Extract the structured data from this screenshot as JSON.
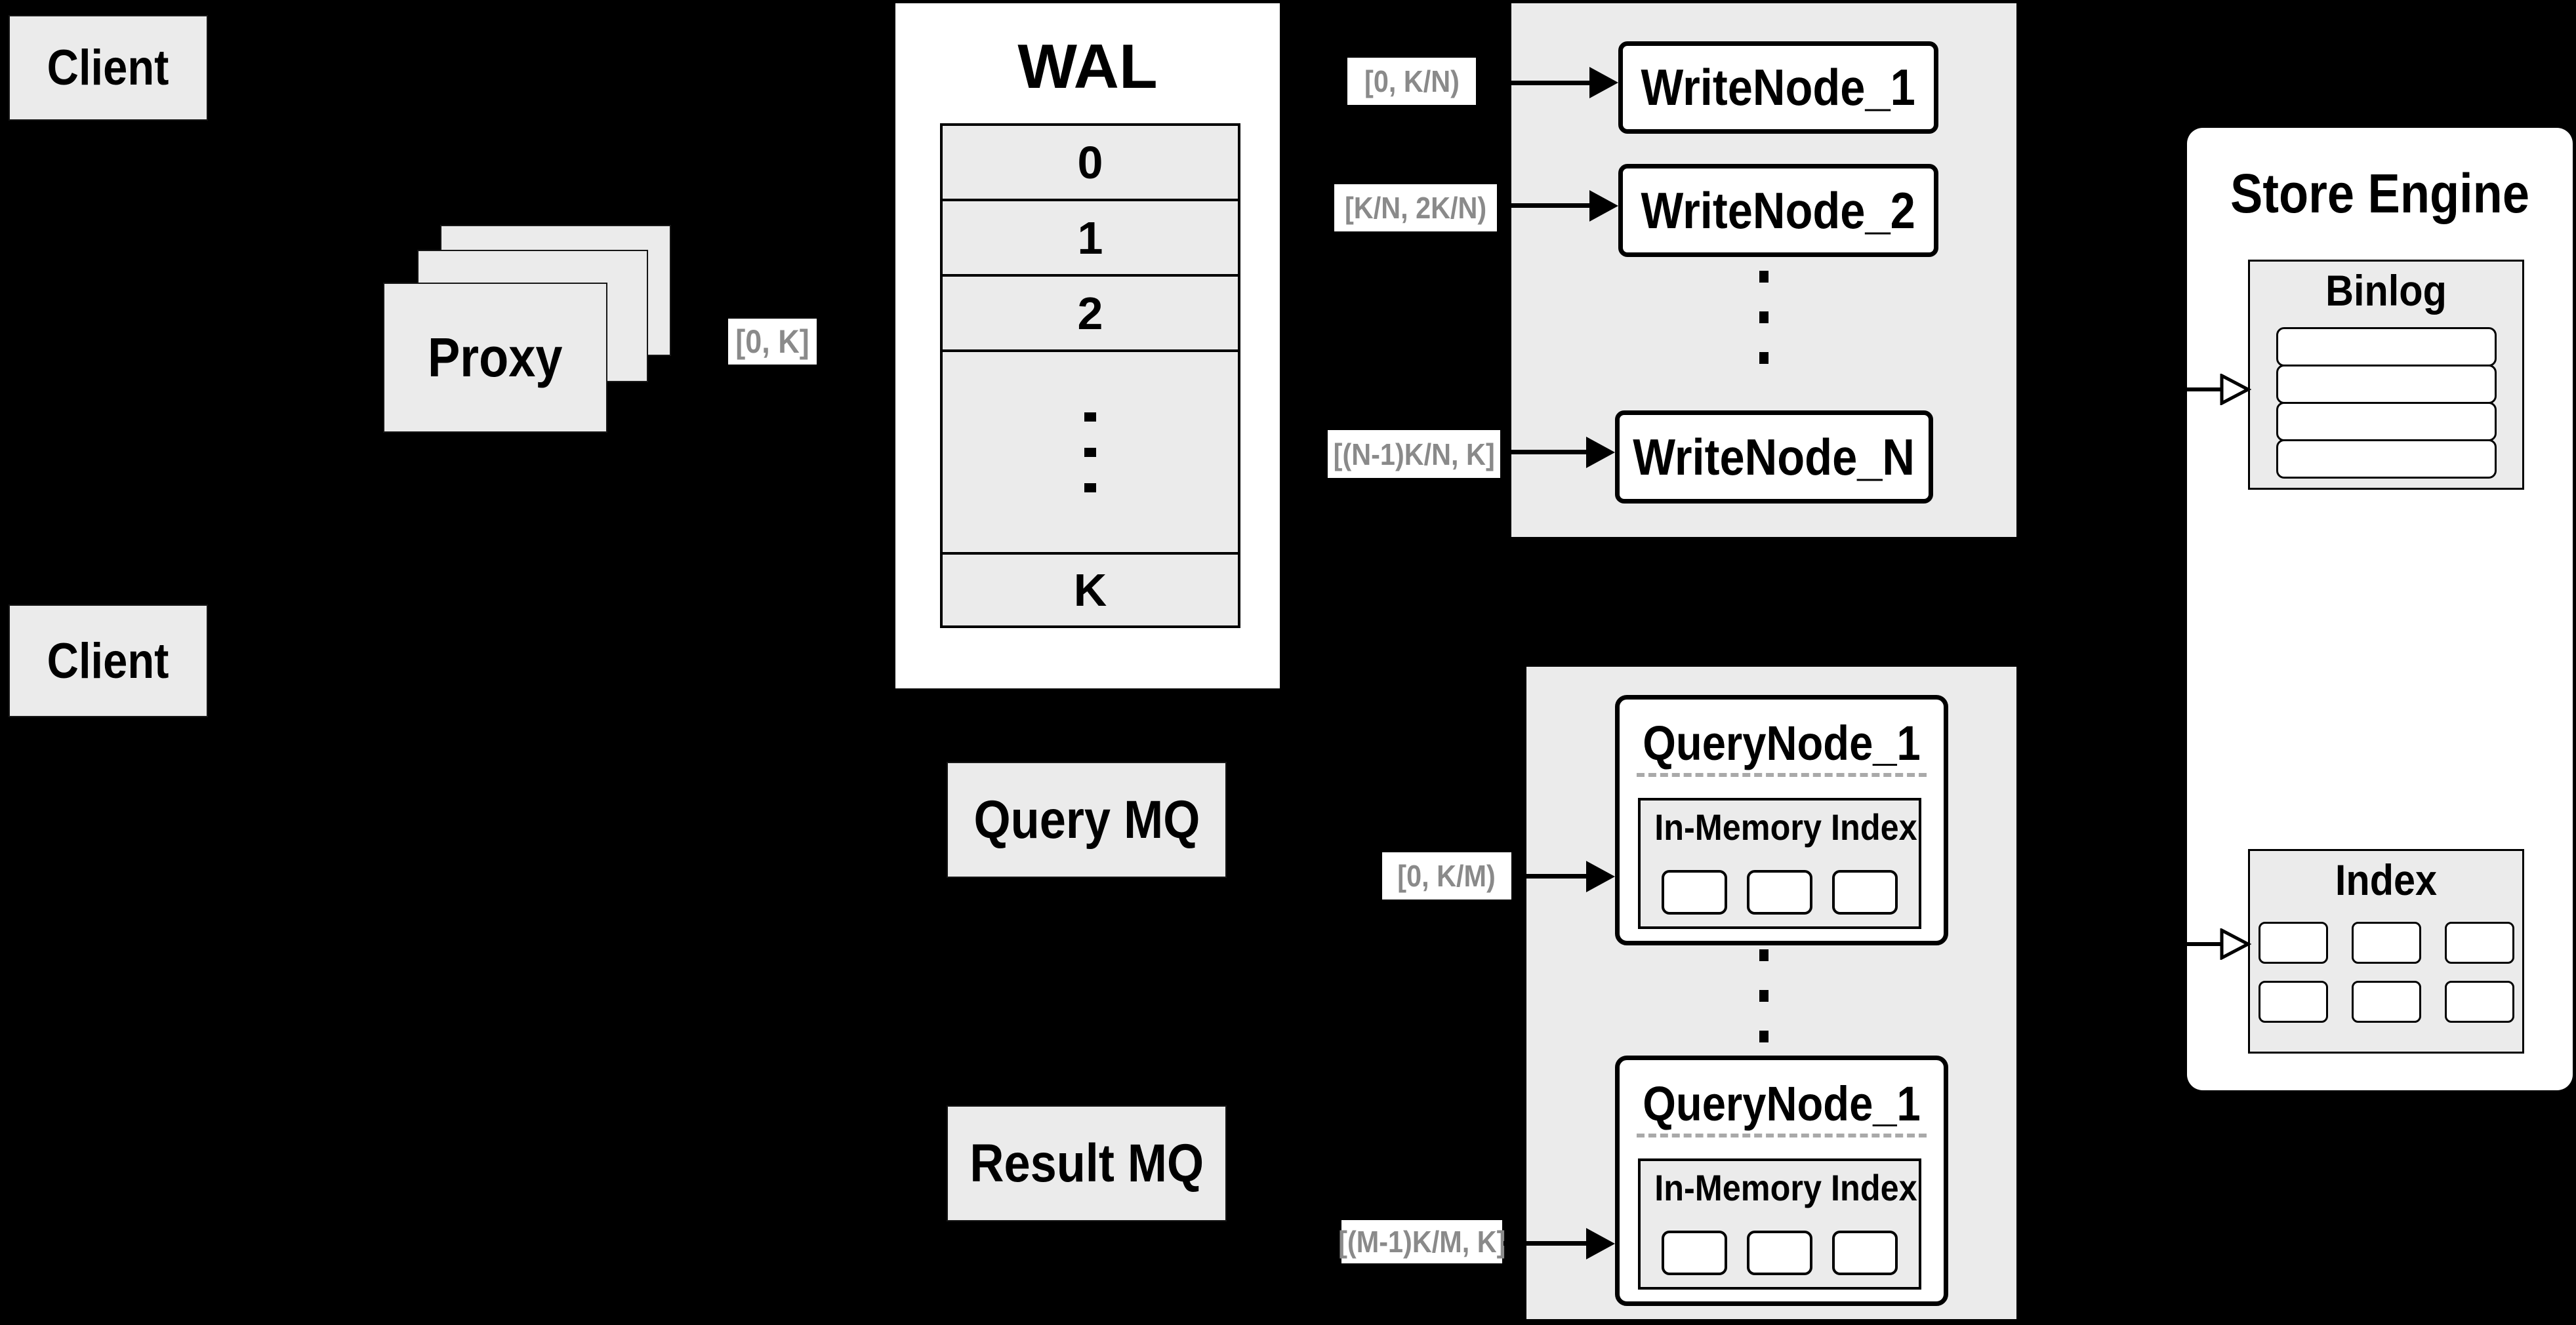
{
  "colors": {
    "background": "#000000",
    "panel_gray": "#ebebeb",
    "box_white": "#ffffff",
    "border_black": "#000000",
    "range_text_gray": "#8a8a8a",
    "dashed_divider_gray": "#a9a9a9"
  },
  "clients": {
    "top_label": "Client",
    "bottom_label": "Client"
  },
  "proxy": {
    "label": "Proxy",
    "range": "[0, K]"
  },
  "wal": {
    "title": "WAL",
    "rows": [
      "0",
      "1",
      "2",
      "K"
    ]
  },
  "write_group": {
    "nodes": [
      {
        "range": "[0, K/N)",
        "label": "WriteNode_1"
      },
      {
        "range": "[K/N, 2K/N)",
        "label": "WriteNode_2"
      },
      {
        "range": "[(N-1)K/N, K]",
        "label": "WriteNode_N"
      }
    ]
  },
  "mq": {
    "query_label": "Query MQ",
    "result_label": "Result MQ"
  },
  "query_group": {
    "nodes": [
      {
        "range": "[0, K/M)",
        "title": "QueryNode_1",
        "panel_title": "In-Memory Index"
      },
      {
        "range": "[(M-1)K/M, K]",
        "title": "QueryNode_1",
        "panel_title": "In-Memory Index"
      }
    ]
  },
  "store_engine": {
    "title": "Store Engine",
    "binlog_title": "Binlog",
    "index_title": "Index"
  }
}
